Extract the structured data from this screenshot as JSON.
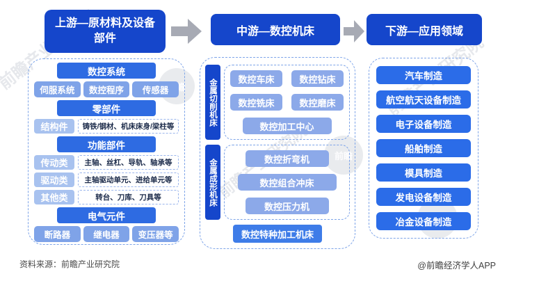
{
  "upstream": {
    "header": "上游—原材料及设备部件",
    "groups": {
      "cnc_system": {
        "title": "数控系统",
        "items": [
          "伺服系统",
          "数控程序",
          "传感器"
        ]
      },
      "parts": {
        "title": "零部件",
        "rows": [
          {
            "label": "结构件",
            "value": "铸铁/钢材、机床床身/梁柱等"
          }
        ]
      },
      "functional": {
        "title": "功能部件",
        "rows": [
          {
            "label": "传动类",
            "value": "主轴、丝杠、导轨、轴承等"
          },
          {
            "label": "驱动类",
            "value": "主轴驱动单元、进给单元等"
          },
          {
            "label": "其他类",
            "value": "转台、刀库、刀具等"
          }
        ]
      },
      "electrical": {
        "title": "电气元件",
        "items": [
          "断路器",
          "继电器",
          "变压器等"
        ]
      }
    }
  },
  "midstream": {
    "header": "中游—数控机床",
    "cutting": {
      "side_label": "金属切削机床",
      "items": [
        "数控车床",
        "数控钻床",
        "数控铣床",
        "数控磨床",
        "数控加工中心"
      ]
    },
    "forming": {
      "side_label": "金属成形机床",
      "items": [
        "数控折弯机",
        "数控组合冲床",
        "数控压力机"
      ]
    },
    "special": "数控特种加工机床"
  },
  "downstream": {
    "header": "下游—应用领域",
    "items": [
      "汽车制造",
      "航空航天设备制造",
      "电子设备制造",
      "船舶制造",
      "模具制造",
      "发电设备制造",
      "冶金设备制造"
    ]
  },
  "footer": {
    "source": "资料来源：前瞻产业研究院",
    "credit": "@前瞻经济学人APP"
  },
  "watermark": {
    "text": "前瞻产业研究院",
    "logo_text": "前瞻"
  },
  "colors": {
    "header_blue": "#1546cb",
    "section_blue": "#2e6be2",
    "chip_blue": "#7fa3e8",
    "label_blue": "#a8c2ef",
    "mid_item_blue": "#8ca9e9",
    "special_blue": "#3e7ce8",
    "down_blue": "#2b6ce8",
    "dash_border": "#7ca3e8",
    "arrow_gray": "#a7aab4"
  }
}
